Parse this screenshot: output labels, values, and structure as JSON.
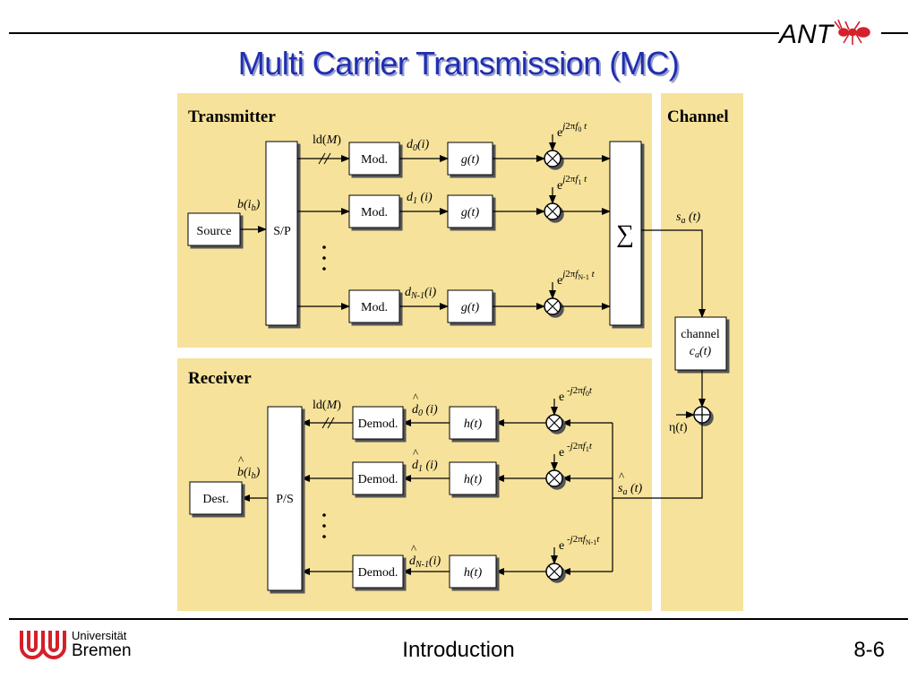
{
  "slide": {
    "title": "Multi Carrier Transmission (MC)",
    "footer_center": "Introduction",
    "page_number": "8-6",
    "university_line1": "Universität",
    "university_line2": "Bremen",
    "group_logo_text": "ANT"
  },
  "colors": {
    "panel": "#f6e29a",
    "title": "#1f2fb0",
    "logo_red": "#d4202a"
  },
  "transmitter": {
    "section_label": "Transmitter",
    "source": "Source",
    "serial_parallel": "S/P",
    "input_signal": "b(i_b)",
    "bit_label": "ld(M)",
    "sum_symbol": "∑",
    "branches": [
      {
        "mod": "Mod.",
        "symbol": "d_0(i)",
        "filter": "g(t)",
        "carrier": "e^j2πf_0 t"
      },
      {
        "mod": "Mod.",
        "symbol": "d_1(i)",
        "filter": "g(t)",
        "carrier": "e^j2πf_1 t"
      },
      {
        "mod": "Mod.",
        "symbol": "d_N-1(i)",
        "filter": "g(t)",
        "carrier": "e^j2πf_N-1 t"
      }
    ]
  },
  "channel": {
    "section_label": "Channel",
    "tx_signal": "s_a(t)",
    "block_line1": "channel",
    "block_line2": "c_a(t)",
    "noise": "η(t)"
  },
  "receiver": {
    "section_label": "Receiver",
    "dest": "Dest.",
    "parallel_serial": "P/S",
    "output_signal": "b̂(i_b)",
    "bit_label": "ld(M)",
    "rx_signal": "ŝ_a(t)",
    "branches": [
      {
        "demod": "Demod.",
        "symbol": "d̂_0(i)",
        "filter": "h(t)",
        "carrier": "e^-j2πf_0 t"
      },
      {
        "demod": "Demod.",
        "symbol": "d̂_1(i)",
        "filter": "h(t)",
        "carrier": "e^-j2πf_1 t"
      },
      {
        "demod": "Demod.",
        "symbol": "d̂_N-1(i)",
        "filter": "h(t)",
        "carrier": "e^-j2πf_N-1 t"
      }
    ]
  }
}
